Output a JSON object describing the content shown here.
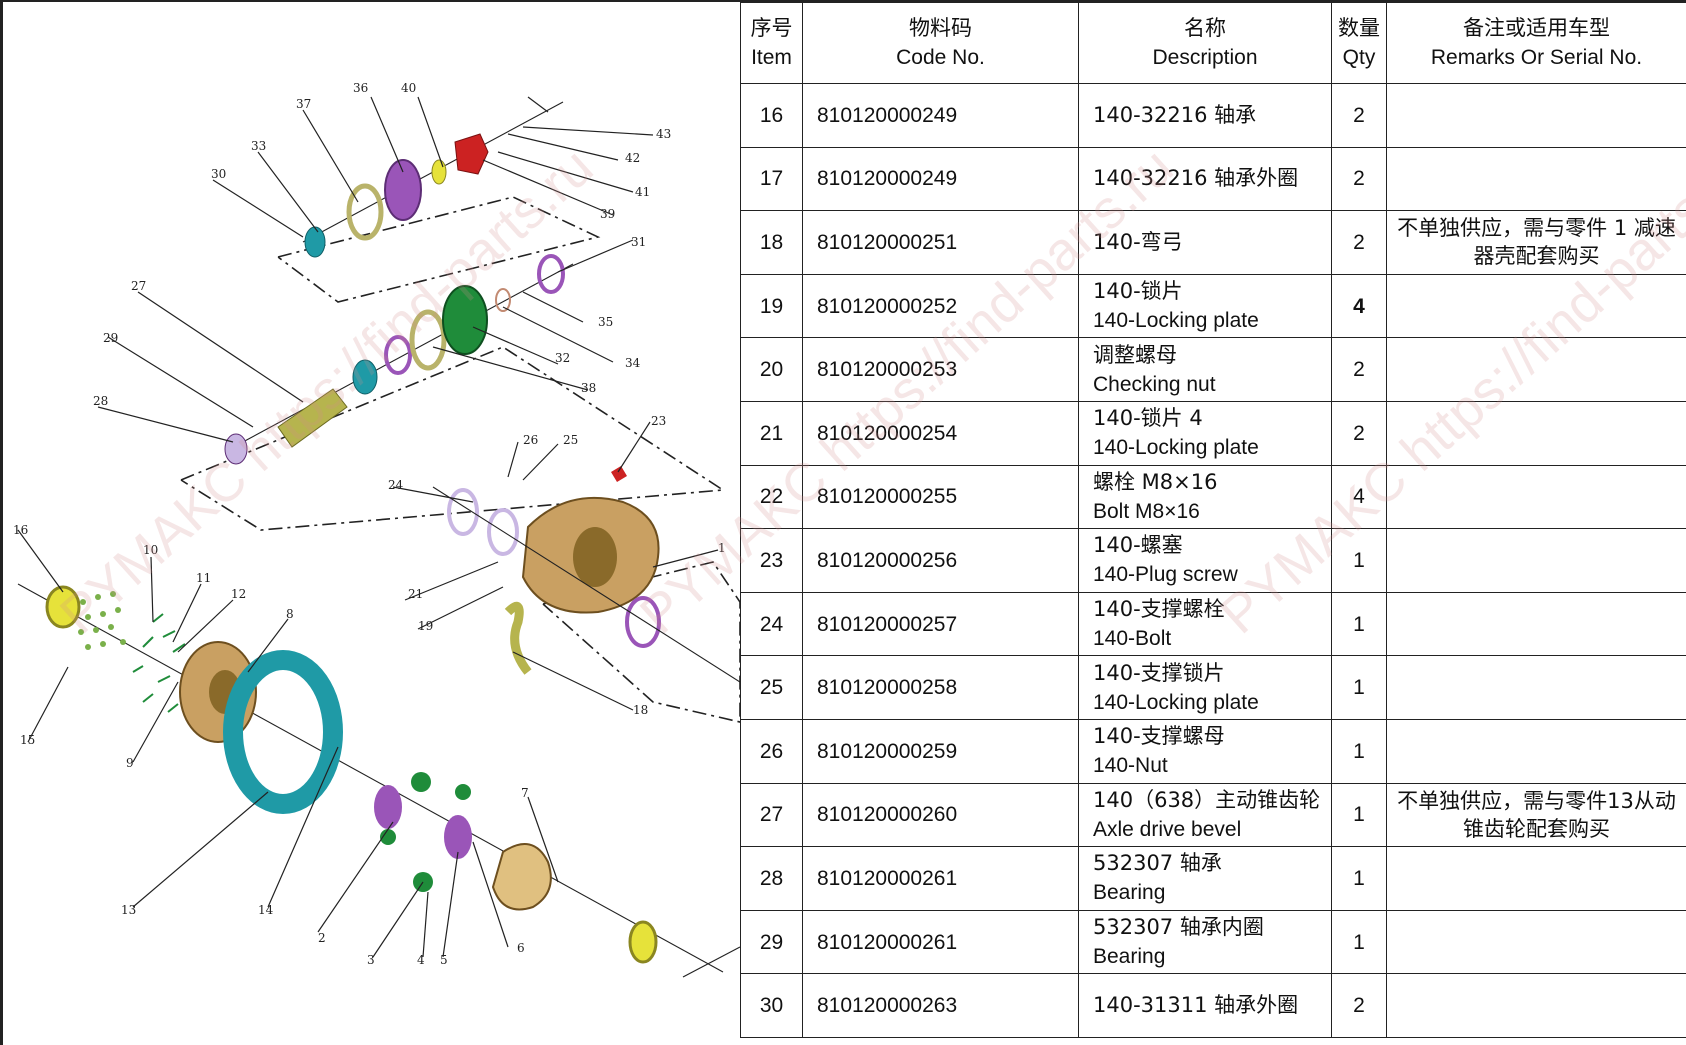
{
  "header": {
    "item_zh": "序号",
    "item_en": "Item",
    "code_zh": "物料码",
    "code_en": "Code No.",
    "desc_zh": "名称",
    "desc_en": "Description",
    "qty_zh": "数量",
    "qty_en": "Qty",
    "remarks_zh": "备注或适用车型",
    "remarks_en": "Remarks Or Serial No."
  },
  "rows": [
    {
      "item": "16",
      "code": "810120000249",
      "desc_line1": "140-32216 轴承",
      "desc_line2": "",
      "qty": "2",
      "remarks": ""
    },
    {
      "item": "17",
      "code": "810120000249",
      "desc_line1": "140-32216 轴承外圈",
      "desc_line2": "",
      "qty": "2",
      "remarks": ""
    },
    {
      "item": "18",
      "code": "810120000251",
      "desc_line1": "140-弯弓",
      "desc_line2": "",
      "qty": "2",
      "remarks": "不单独供应，需与零件 1 减速器壳配套购买"
    },
    {
      "item": "19",
      "code": "810120000252",
      "desc_line1": "140-锁片",
      "desc_line2": "140-Locking plate",
      "qty": "4",
      "remarks": ""
    },
    {
      "item": "20",
      "code": "810120000253",
      "desc_line1": "调整螺母",
      "desc_line2": "Checking nut",
      "qty": "2",
      "remarks": ""
    },
    {
      "item": "21",
      "code": "810120000254",
      "desc_line1": "140-锁片 4",
      "desc_line2": "140-Locking plate",
      "qty": "2",
      "remarks": ""
    },
    {
      "item": "22",
      "code": "810120000255",
      "desc_line1": "螺栓 M8×16",
      "desc_line2": "Bolt M8×16",
      "qty": "4",
      "remarks": ""
    },
    {
      "item": "23",
      "code": "810120000256",
      "desc_line1": "140-螺塞",
      "desc_line2": "140-Plug screw",
      "qty": "1",
      "remarks": ""
    },
    {
      "item": "24",
      "code": "810120000257",
      "desc_line1": "140-支撑螺栓",
      "desc_line2": "140-Bolt",
      "qty": "1",
      "remarks": ""
    },
    {
      "item": "25",
      "code": "810120000258",
      "desc_line1": "140-支撑锁片",
      "desc_line2": "140-Locking plate",
      "qty": "1",
      "remarks": ""
    },
    {
      "item": "26",
      "code": "810120000259",
      "desc_line1": "140-支撑螺母",
      "desc_line2": "140-Nut",
      "qty": "1",
      "remarks": ""
    },
    {
      "item": "27",
      "code": "810120000260",
      "desc_line1": "140（638）主动锥齿轮",
      "desc_line2": "Axle drive bevel",
      "qty": "1",
      "remarks": "不单独供应，需与零件13从动锥齿轮配套购买"
    },
    {
      "item": "28",
      "code": "810120000261",
      "desc_line1": "532307 轴承",
      "desc_line2": "Bearing",
      "qty": "1",
      "remarks": ""
    },
    {
      "item": "29",
      "code": "810120000261",
      "desc_line1": "532307 轴承内圈",
      "desc_line2": "Bearing",
      "qty": "1",
      "remarks": ""
    },
    {
      "item": "30",
      "code": "810120000263",
      "desc_line1": "140-31311 轴承外圈",
      "desc_line2": "",
      "qty": "2",
      "remarks": ""
    }
  ],
  "diagram_callouts": [
    "1",
    "2",
    "3",
    "4",
    "5",
    "6",
    "7",
    "8",
    "9",
    "10",
    "11",
    "12",
    "13",
    "14",
    "15",
    "16",
    "18",
    "19",
    "21",
    "23",
    "24",
    "25",
    "26",
    "27",
    "28",
    "29",
    "30",
    "31",
    "32",
    "33",
    "34",
    "35",
    "36",
    "37",
    "38",
    "39",
    "40",
    "41",
    "42",
    "43"
  ],
  "watermarks": [
    "PYMAKC https://find-parts.ru"
  ],
  "colors": {
    "teal": "#1f9aa6",
    "purple": "#9a55b8",
    "gold": "#c9a062",
    "yellow": "#e6e23a",
    "green": "#1f8c3a",
    "red": "#cc2222",
    "border": "#222222"
  }
}
